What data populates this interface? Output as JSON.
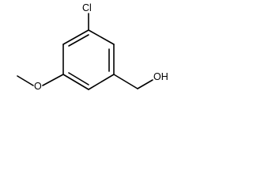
{
  "molecule": {
    "atoms": {
      "chlorine": "Cl",
      "methoxy_oxygen": "O",
      "hydroxyl": "OH"
    }
  }
}
